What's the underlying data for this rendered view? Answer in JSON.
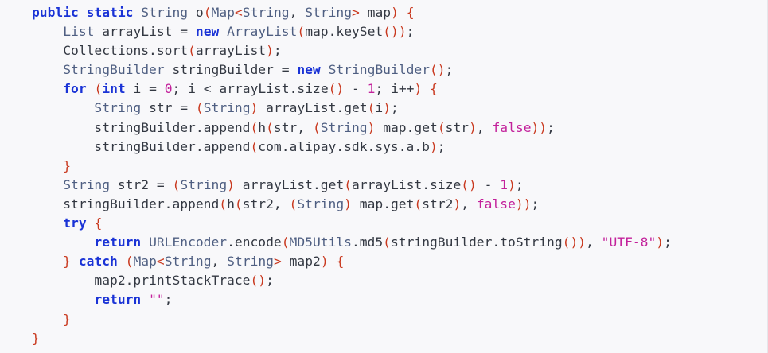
{
  "editor": {
    "background": "#f8f8fa",
    "colors": {
      "keyword": "#1a33d6",
      "type": "#4f5f82",
      "identifier": "#333842",
      "punctuation": "#c9391f",
      "string": "#c3219b",
      "number": "#c3219b"
    },
    "lines": [
      {
        "indent": 0,
        "tokens": [
          [
            "kw",
            "public"
          ],
          [
            "plain",
            " "
          ],
          [
            "kw",
            "static"
          ],
          [
            "plain",
            " "
          ],
          [
            "type",
            "String"
          ],
          [
            "plain",
            " "
          ],
          [
            "ident",
            "o"
          ],
          [
            "punct",
            "("
          ],
          [
            "type",
            "Map"
          ],
          [
            "punct",
            "<"
          ],
          [
            "type",
            "String"
          ],
          [
            "plain",
            ", "
          ],
          [
            "type",
            "String"
          ],
          [
            "punct",
            ">"
          ],
          [
            "plain",
            " "
          ],
          [
            "ident",
            "map"
          ],
          [
            "punct",
            ")"
          ],
          [
            "plain",
            " "
          ],
          [
            "punct",
            "{"
          ]
        ]
      },
      {
        "indent": 1,
        "tokens": [
          [
            "type",
            "List"
          ],
          [
            "plain",
            " "
          ],
          [
            "ident",
            "arrayList"
          ],
          [
            "plain",
            " = "
          ],
          [
            "kw",
            "new"
          ],
          [
            "plain",
            " "
          ],
          [
            "type",
            "ArrayList"
          ],
          [
            "punct",
            "("
          ],
          [
            "ident",
            "map.keySet"
          ],
          [
            "punct",
            "())"
          ],
          [
            "plain",
            ";"
          ]
        ]
      },
      {
        "indent": 1,
        "tokens": [
          [
            "ident",
            "Collections.sort"
          ],
          [
            "punct",
            "("
          ],
          [
            "ident",
            "arrayList"
          ],
          [
            "punct",
            ")"
          ],
          [
            "plain",
            ";"
          ]
        ]
      },
      {
        "indent": 1,
        "tokens": [
          [
            "type",
            "StringBuilder"
          ],
          [
            "plain",
            " "
          ],
          [
            "ident",
            "stringBuilder"
          ],
          [
            "plain",
            " = "
          ],
          [
            "kw",
            "new"
          ],
          [
            "plain",
            " "
          ],
          [
            "type",
            "StringBuilder"
          ],
          [
            "punct",
            "()"
          ],
          [
            "plain",
            ";"
          ]
        ]
      },
      {
        "indent": 1,
        "tokens": [
          [
            "kw",
            "for"
          ],
          [
            "plain",
            " "
          ],
          [
            "punct",
            "("
          ],
          [
            "kw",
            "int"
          ],
          [
            "plain",
            " "
          ],
          [
            "ident",
            "i"
          ],
          [
            "plain",
            " = "
          ],
          [
            "num",
            "0"
          ],
          [
            "plain",
            "; "
          ],
          [
            "ident",
            "i"
          ],
          [
            "plain",
            " < "
          ],
          [
            "ident",
            "arrayList.size"
          ],
          [
            "punct",
            "()"
          ],
          [
            "plain",
            " - "
          ],
          [
            "num",
            "1"
          ],
          [
            "plain",
            "; "
          ],
          [
            "ident",
            "i++"
          ],
          [
            "punct",
            ")"
          ],
          [
            "plain",
            " "
          ],
          [
            "punct",
            "{"
          ]
        ]
      },
      {
        "indent": 2,
        "tokens": [
          [
            "type",
            "String"
          ],
          [
            "plain",
            " "
          ],
          [
            "ident",
            "str"
          ],
          [
            "plain",
            " = "
          ],
          [
            "punct",
            "("
          ],
          [
            "type",
            "String"
          ],
          [
            "punct",
            ")"
          ],
          [
            "plain",
            " "
          ],
          [
            "ident",
            "arrayList.get"
          ],
          [
            "punct",
            "("
          ],
          [
            "ident",
            "i"
          ],
          [
            "punct",
            ")"
          ],
          [
            "plain",
            ";"
          ]
        ]
      },
      {
        "indent": 2,
        "tokens": [
          [
            "ident",
            "stringBuilder.append"
          ],
          [
            "punct",
            "("
          ],
          [
            "ident",
            "h"
          ],
          [
            "punct",
            "("
          ],
          [
            "ident",
            "str"
          ],
          [
            "plain",
            ", "
          ],
          [
            "punct",
            "("
          ],
          [
            "type",
            "String"
          ],
          [
            "punct",
            ")"
          ],
          [
            "plain",
            " "
          ],
          [
            "ident",
            "map.get"
          ],
          [
            "punct",
            "("
          ],
          [
            "ident",
            "str"
          ],
          [
            "punct",
            ")"
          ],
          [
            "plain",
            ", "
          ],
          [
            "str",
            "false"
          ],
          [
            "punct",
            "))"
          ],
          [
            "plain",
            ";"
          ]
        ]
      },
      {
        "indent": 2,
        "tokens": [
          [
            "ident",
            "stringBuilder.append"
          ],
          [
            "punct",
            "("
          ],
          [
            "ident",
            "com.alipay.sdk.sys.a.b"
          ],
          [
            "punct",
            ")"
          ],
          [
            "plain",
            ";"
          ]
        ]
      },
      {
        "indent": 1,
        "tokens": [
          [
            "punct",
            "}"
          ]
        ]
      },
      {
        "indent": 1,
        "tokens": [
          [
            "type",
            "String"
          ],
          [
            "plain",
            " "
          ],
          [
            "ident",
            "str2"
          ],
          [
            "plain",
            " = "
          ],
          [
            "punct",
            "("
          ],
          [
            "type",
            "String"
          ],
          [
            "punct",
            ")"
          ],
          [
            "plain",
            " "
          ],
          [
            "ident",
            "arrayList.get"
          ],
          [
            "punct",
            "("
          ],
          [
            "ident",
            "arrayList.size"
          ],
          [
            "punct",
            "()"
          ],
          [
            "plain",
            " - "
          ],
          [
            "num",
            "1"
          ],
          [
            "punct",
            ")"
          ],
          [
            "plain",
            ";"
          ]
        ]
      },
      {
        "indent": 1,
        "tokens": [
          [
            "ident",
            "stringBuilder.append"
          ],
          [
            "punct",
            "("
          ],
          [
            "ident",
            "h"
          ],
          [
            "punct",
            "("
          ],
          [
            "ident",
            "str2"
          ],
          [
            "plain",
            ", "
          ],
          [
            "punct",
            "("
          ],
          [
            "type",
            "String"
          ],
          [
            "punct",
            ")"
          ],
          [
            "plain",
            " "
          ],
          [
            "ident",
            "map.get"
          ],
          [
            "punct",
            "("
          ],
          [
            "ident",
            "str2"
          ],
          [
            "punct",
            ")"
          ],
          [
            "plain",
            ", "
          ],
          [
            "str",
            "false"
          ],
          [
            "punct",
            "))"
          ],
          [
            "plain",
            ";"
          ]
        ]
      },
      {
        "indent": 1,
        "tokens": [
          [
            "kw",
            "try"
          ],
          [
            "plain",
            " "
          ],
          [
            "punct",
            "{"
          ]
        ]
      },
      {
        "indent": 2,
        "tokens": [
          [
            "kw",
            "return"
          ],
          [
            "plain",
            " "
          ],
          [
            "type",
            "URLEncoder"
          ],
          [
            "ident",
            ".encode"
          ],
          [
            "punct",
            "("
          ],
          [
            "type",
            "MD5Utils"
          ],
          [
            "ident",
            ".md5"
          ],
          [
            "punct",
            "("
          ],
          [
            "ident",
            "stringBuilder.toString"
          ],
          [
            "punct",
            "())"
          ],
          [
            "plain",
            ", "
          ],
          [
            "str",
            "\"UTF-8\""
          ],
          [
            "punct",
            ")"
          ],
          [
            "plain",
            ";"
          ]
        ]
      },
      {
        "indent": 1,
        "tokens": [
          [
            "punct",
            "}"
          ],
          [
            "plain",
            " "
          ],
          [
            "kw",
            "catch"
          ],
          [
            "plain",
            " "
          ],
          [
            "punct",
            "("
          ],
          [
            "type",
            "Map"
          ],
          [
            "punct",
            "<"
          ],
          [
            "type",
            "String"
          ],
          [
            "plain",
            ", "
          ],
          [
            "type",
            "String"
          ],
          [
            "punct",
            ">"
          ],
          [
            "plain",
            " "
          ],
          [
            "ident",
            "map2"
          ],
          [
            "punct",
            ")"
          ],
          [
            "plain",
            " "
          ],
          [
            "punct",
            "{"
          ]
        ]
      },
      {
        "indent": 2,
        "tokens": [
          [
            "ident",
            "map2.printStackTrace"
          ],
          [
            "punct",
            "()"
          ],
          [
            "plain",
            ";"
          ]
        ]
      },
      {
        "indent": 2,
        "tokens": [
          [
            "kw",
            "return"
          ],
          [
            "plain",
            " "
          ],
          [
            "str",
            "\"\""
          ],
          [
            "plain",
            ";"
          ]
        ]
      },
      {
        "indent": 1,
        "tokens": [
          [
            "punct",
            "}"
          ]
        ]
      },
      {
        "indent": 0,
        "tokens": [
          [
            "punct",
            "}"
          ]
        ]
      }
    ]
  }
}
